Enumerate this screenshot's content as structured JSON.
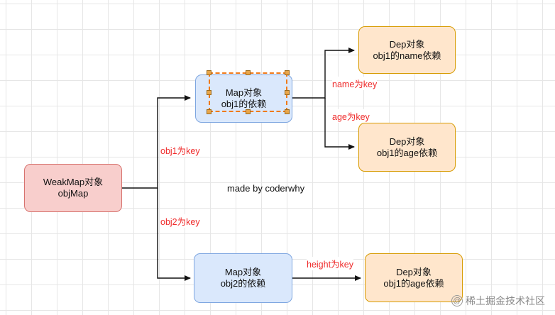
{
  "nodes": {
    "weakmap": {
      "line1": "WeakMap对象",
      "line2": "objMap"
    },
    "map_obj1": {
      "line1": "Map对象",
      "line2": "obj1的依赖"
    },
    "map_obj2": {
      "line1": "Map对象",
      "line2": "obj2的依赖"
    },
    "dep_name": {
      "line1": "Dep对象",
      "line2": "obj1的name依赖"
    },
    "dep_age": {
      "line1": "Dep对象",
      "line2": "obj1的age依赖"
    },
    "dep_height": {
      "line1": "Dep对象",
      "line2": "obj1的age依赖"
    }
  },
  "edge_labels": {
    "obj1_key": "obj1为key",
    "obj2_key": "obj2为key",
    "name_key": "name为key",
    "age_key": "age为key",
    "height_key": "height为key"
  },
  "note": "made by coderwhy",
  "watermark": {
    "badge": "@",
    "text": "稀土掘金技术社区"
  },
  "colors": {
    "edge_label": "#ef2b2b",
    "red_fill": "#f8cecc",
    "blue_fill": "#dae8fc",
    "orange_fill": "#ffe6cc",
    "selection": "#f07a1a"
  }
}
